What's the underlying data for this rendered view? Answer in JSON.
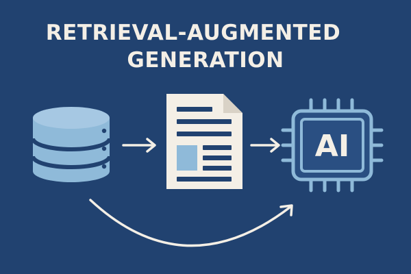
{
  "title": {
    "line1": "RETRIEVAL-AUGMENTED",
    "line2": "GENERATION"
  },
  "ai_chip": {
    "label": "AI"
  },
  "colors": {
    "background": "#214270",
    "light_blue": "#8fbad9",
    "cream": "#f4efe6",
    "chip_fill": "#2a4f82"
  },
  "icons": [
    "database-icon",
    "document-icon",
    "ai-chip-icon"
  ]
}
